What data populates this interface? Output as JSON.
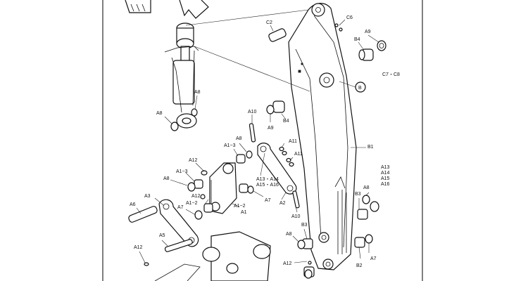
{
  "labels": {
    "C2": "C2",
    "C6": "C6",
    "B4": "B4",
    "A9": "A9",
    "C7_C8": "C7・C8",
    "B_circle": "B",
    "A8": "A8",
    "A10": "A10",
    "B1": "B1",
    "A1_3": "A1−3",
    "A11": "A11",
    "A12": "A12",
    "A13_A14": "A13・A14",
    "A15_A16": "A15・A16",
    "A13": "A13",
    "A14": "A14",
    "A15": "A15",
    "A16": "A16",
    "A7": "A7",
    "A2": "A2",
    "A1_2": "A1−2",
    "A1": "A1",
    "A3": "A3",
    "A6": "A6",
    "A5": "A5",
    "B3": "B3",
    "B2": "B2"
  }
}
